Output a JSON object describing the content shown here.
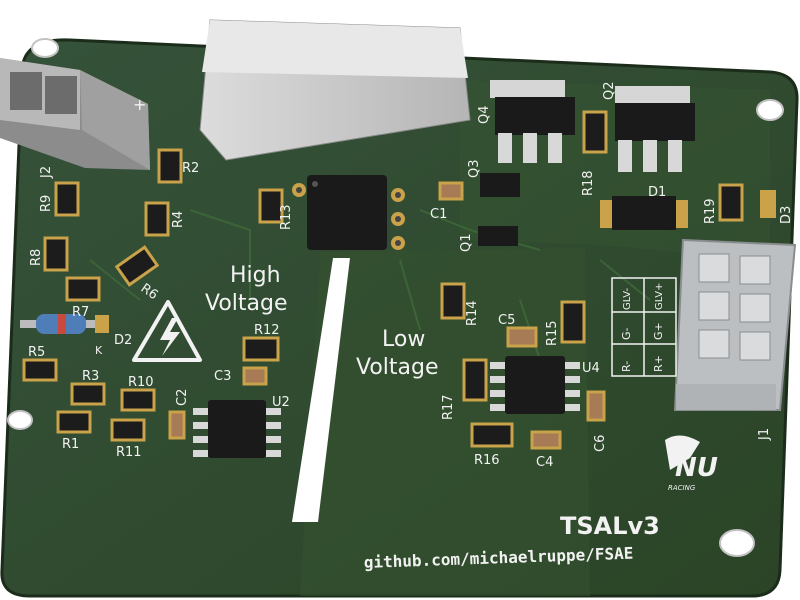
{
  "board": {
    "title": "TSALv3",
    "url": "github.com/michaelruppe/FSAE",
    "zone_high": [
      "High",
      "Voltage"
    ],
    "zone_low": [
      "Low",
      "Voltage"
    ],
    "logo_text": "NU",
    "logo_sub": "RACING"
  },
  "connector_pins": {
    "col1": [
      "R-",
      "G-",
      "GLV-"
    ],
    "col2": [
      "R+",
      "G+",
      "GLV+"
    ]
  },
  "plus_mark": "+",
  "k_mark": "K",
  "refs": {
    "J2": "J2",
    "R2": "R2",
    "R9": "R9",
    "R4": "R4",
    "R8": "R8",
    "R6": "R6",
    "R7": "R7",
    "D2": "D2",
    "R5": "R5",
    "R3": "R3",
    "R10": "R10",
    "C2": "C2",
    "R1": "R1",
    "R11": "R11",
    "R13": "R13",
    "R12": "R12",
    "C3": "C3",
    "U2": "U2",
    "Q4": "Q4",
    "Q3": "Q3",
    "Q2": "Q2",
    "R18": "R18",
    "C1": "C1",
    "Q1": "Q1",
    "D1": "D1",
    "R19": "R19",
    "D3": "D3",
    "R14": "R14",
    "C5": "C5",
    "R15": "R15",
    "U4": "U4",
    "R17": "R17",
    "R16": "R16",
    "C4": "C4",
    "C6": "C6",
    "J1": "J1"
  },
  "colors": {
    "pcb": "#2f4a2c",
    "pcb_edge": "#1f3320",
    "copper_pour": "#3a5a36",
    "silkscreen": "#f2f2f2",
    "pad": "#c9a24a",
    "resistor": "#1c1c1c",
    "capacitor": "#a77b55",
    "connector": "#b9bcbf"
  }
}
